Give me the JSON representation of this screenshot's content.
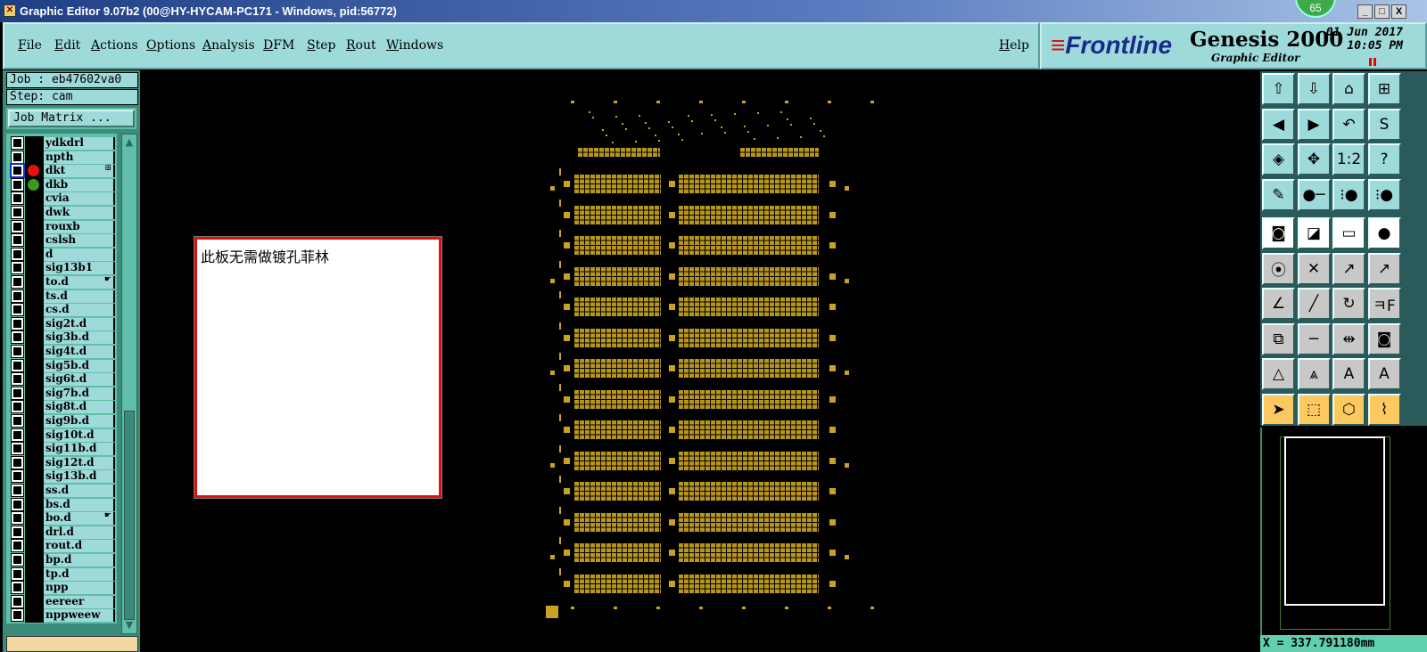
{
  "window": {
    "title": "Graphic Editor 9.07b2 (00@HY-HYCAM-PC171 - Windows, pid:56772)",
    "badge": "65",
    "minimize": "_",
    "maximize": "□",
    "close": "X"
  },
  "menu": [
    "File",
    "Edit",
    "Actions",
    "Options",
    "Analysis",
    "DFM",
    "Step",
    "Rout",
    "Windows"
  ],
  "help": "Help",
  "brand": {
    "logo": "Frontline",
    "product": "Genesis 2000",
    "subtitle": "Graphic Editor",
    "date": "01 Jun 2017",
    "time": "10:05 PM"
  },
  "job": {
    "job_label": "Job : eb47602va0",
    "step_label": "Step: cam",
    "matrix_button": "Job Matrix ..."
  },
  "layers": [
    {
      "name": "ydkdrl"
    },
    {
      "name": "npth"
    },
    {
      "name": "dkt",
      "color": "#e81010",
      "selected": true,
      "mark": "⊞"
    },
    {
      "name": "dkb",
      "color": "#3a9a1a"
    },
    {
      "name": "cvia"
    },
    {
      "name": "dwk"
    },
    {
      "name": "rouxb"
    },
    {
      "name": "cslsh"
    },
    {
      "name": "d"
    },
    {
      "name": "sig13b1"
    },
    {
      "name": "to.d",
      "mark": "☛"
    },
    {
      "name": "ts.d"
    },
    {
      "name": "cs.d"
    },
    {
      "name": "sig2t.d"
    },
    {
      "name": "sig3b.d"
    },
    {
      "name": "sig4t.d"
    },
    {
      "name": "sig5b.d"
    },
    {
      "name": "sig6t.d"
    },
    {
      "name": "sig7b.d"
    },
    {
      "name": "sig8t.d"
    },
    {
      "name": "sig9b.d"
    },
    {
      "name": "sig10t.d"
    },
    {
      "name": "sig11b.d"
    },
    {
      "name": "sig12t.d"
    },
    {
      "name": "sig13b.d"
    },
    {
      "name": "ss.d"
    },
    {
      "name": "bs.d"
    },
    {
      "name": "bo.d",
      "mark": "☛"
    },
    {
      "name": "drl.d"
    },
    {
      "name": "rout.d"
    },
    {
      "name": "bp.d"
    },
    {
      "name": "tp.d"
    },
    {
      "name": "npp"
    },
    {
      "name": "eereer"
    },
    {
      "name": "nppweew"
    }
  ],
  "note": "此板无需做镀孔菲林",
  "toolbar": [
    {
      "icon": "zoom-in-icon",
      "glyph": "⇧",
      "style": "c"
    },
    {
      "icon": "zoom-out-icon",
      "glyph": "⇩",
      "style": "c"
    },
    {
      "icon": "home-icon",
      "glyph": "⌂",
      "style": "c"
    },
    {
      "icon": "zoom-window-icon",
      "glyph": "⊞",
      "style": "c"
    },
    {
      "icon": "pan-left-icon",
      "glyph": "◀",
      "style": "c"
    },
    {
      "icon": "pan-right-icon",
      "glyph": "▶",
      "style": "c"
    },
    {
      "icon": "undo-zoom-icon",
      "glyph": "↶",
      "style": "c"
    },
    {
      "icon": "redraw-icon",
      "glyph": "S",
      "style": "c"
    },
    {
      "icon": "fit-screen-icon",
      "glyph": "◈",
      "style": "c"
    },
    {
      "icon": "center-icon",
      "glyph": "✥",
      "style": "c"
    },
    {
      "icon": "scale-icon",
      "glyph": "1:2",
      "style": "c"
    },
    {
      "icon": "help-icon",
      "glyph": "?",
      "style": "c"
    },
    {
      "icon": "tools-icon",
      "glyph": "✎",
      "style": "c"
    },
    {
      "icon": "snap-icon",
      "glyph": "●─",
      "style": "c"
    },
    {
      "icon": "net-highlight-icon",
      "glyph": "⁝●",
      "style": "c"
    },
    {
      "icon": "net-select-icon",
      "glyph": "⁝●",
      "style": "c"
    },
    {
      "icon": "add-pad-icon",
      "glyph": "◙",
      "style": "g2"
    },
    {
      "icon": "add-shape-icon",
      "glyph": "◪",
      "style": "g2"
    },
    {
      "icon": "measure-icon",
      "glyph": "▭",
      "style": "g2"
    },
    {
      "icon": "pad-icon",
      "glyph": "●",
      "style": "g2"
    },
    {
      "icon": "connect-icon",
      "glyph": "⦿",
      "style": "g2"
    },
    {
      "icon": "delete-icon",
      "glyph": "✕",
      "style": "g2"
    },
    {
      "icon": "move-icon",
      "glyph": "↗",
      "style": "g2"
    },
    {
      "icon": "copy-icon",
      "glyph": "↗",
      "style": "g2"
    },
    {
      "icon": "angle-icon",
      "glyph": "∠",
      "style": "g2"
    },
    {
      "icon": "line-icon",
      "glyph": "╱",
      "style": "g2"
    },
    {
      "icon": "rotate-icon",
      "glyph": "↻",
      "style": "g2"
    },
    {
      "icon": "mirror-icon",
      "glyph": "ㅋF",
      "style": "g2"
    },
    {
      "icon": "resize-icon",
      "glyph": "⧉",
      "style": "g2"
    },
    {
      "icon": "split-line-icon",
      "glyph": "─",
      "style": "g2"
    },
    {
      "icon": "dimension-icon",
      "glyph": "⇹",
      "style": "g2"
    },
    {
      "icon": "merge-icon",
      "glyph": "◙",
      "style": "g2"
    },
    {
      "icon": "arc-icon",
      "glyph": "△",
      "style": "g2"
    },
    {
      "icon": "arc2-icon",
      "glyph": "⩓",
      "style": "g2"
    },
    {
      "icon": "arc3-icon",
      "glyph": "A",
      "style": "g2"
    },
    {
      "icon": "arc4-icon",
      "glyph": "A",
      "style": "g2"
    },
    {
      "icon": "select-icon",
      "glyph": "➤",
      "style": "o"
    },
    {
      "icon": "select-box-icon",
      "glyph": "⬚",
      "style": "o"
    },
    {
      "icon": "select-poly-icon",
      "glyph": "⬡",
      "style": "o"
    },
    {
      "icon": "select-net-icon",
      "glyph": "⌇",
      "style": "o"
    }
  ],
  "coordinate": "X = 337.791180mm",
  "colors": {
    "pcb": "#c9a320",
    "panel": "#9fdada"
  }
}
